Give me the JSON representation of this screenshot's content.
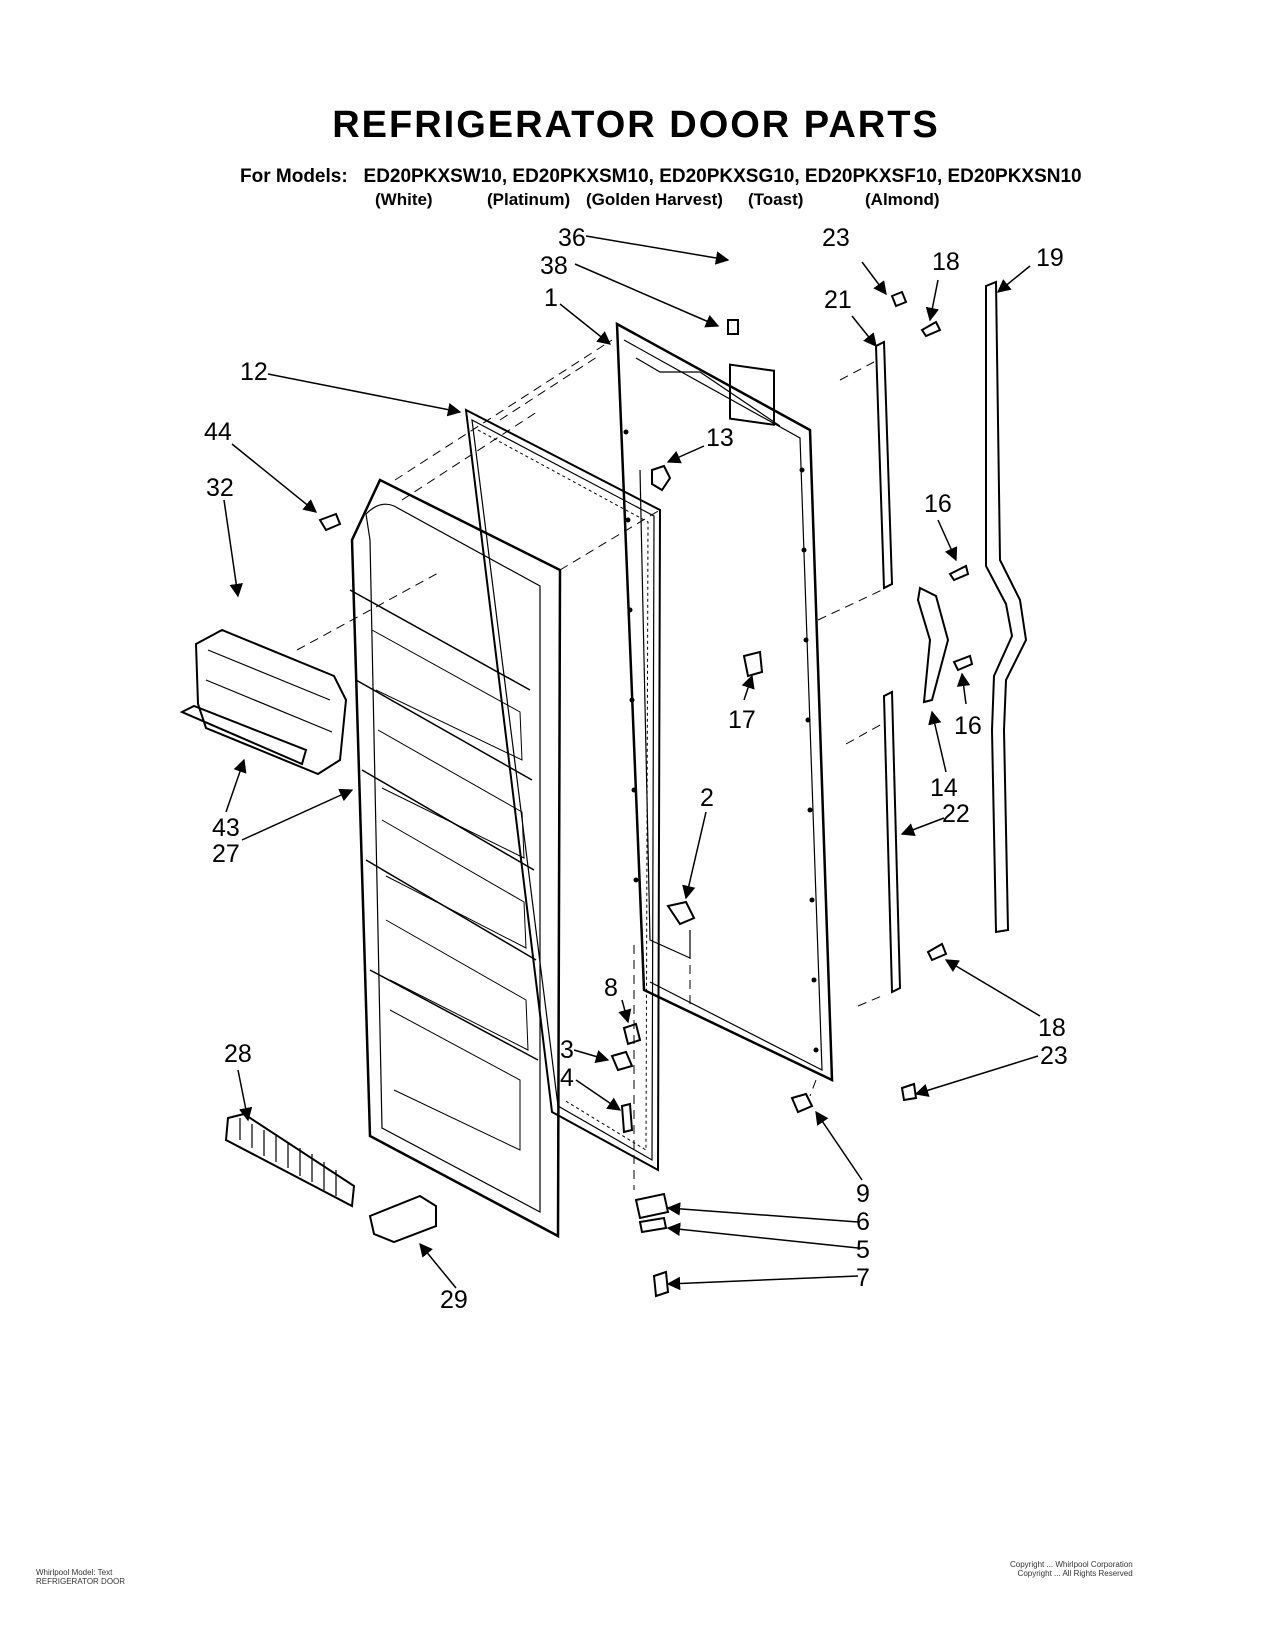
{
  "title": "REFRIGERATOR DOOR PARTS",
  "models": {
    "prefix": "For Models:",
    "list": "ED20PKXSW10, ED20PKXSM10, ED20PKXSG10, ED20PKXSF10, ED20PKXSN10",
    "colors": [
      "(White)",
      "(Platinum)",
      "(Golden Harvest)",
      "(Toast)",
      "(Almond)"
    ]
  },
  "callouts": [
    {
      "id": "c36",
      "label": "36"
    },
    {
      "id": "c38",
      "label": "38"
    },
    {
      "id": "c1",
      "label": "1"
    },
    {
      "id": "c12",
      "label": "12"
    },
    {
      "id": "c44",
      "label": "44"
    },
    {
      "id": "c32",
      "label": "32"
    },
    {
      "id": "c13",
      "label": "13"
    },
    {
      "id": "c23a",
      "label": "23"
    },
    {
      "id": "c18a",
      "label": "18"
    },
    {
      "id": "c21",
      "label": "21"
    },
    {
      "id": "c19",
      "label": "19"
    },
    {
      "id": "c16a",
      "label": "16"
    },
    {
      "id": "c16b",
      "label": "16"
    },
    {
      "id": "c17",
      "label": "17"
    },
    {
      "id": "c14",
      "label": "14"
    },
    {
      "id": "c43",
      "label": "43"
    },
    {
      "id": "c27",
      "label": "27"
    },
    {
      "id": "c2",
      "label": "2"
    },
    {
      "id": "c22",
      "label": "22"
    },
    {
      "id": "c8",
      "label": "8"
    },
    {
      "id": "c3",
      "label": "3"
    },
    {
      "id": "c4",
      "label": "4"
    },
    {
      "id": "c28",
      "label": "28"
    },
    {
      "id": "c18b",
      "label": "18"
    },
    {
      "id": "c23b",
      "label": "23"
    },
    {
      "id": "c9",
      "label": "9"
    },
    {
      "id": "c6",
      "label": "6"
    },
    {
      "id": "c5",
      "label": "5"
    },
    {
      "id": "c7",
      "label": "7"
    },
    {
      "id": "c29",
      "label": "29"
    }
  ],
  "footer": {
    "left_line1": "Whirlpool Model: Text",
    "left_line2": "REFRIGERATOR DOOR",
    "right_line1": "Copyright ... Whirlpool Corporation",
    "right_line2": "Copyright ... All Rights Reserved"
  }
}
